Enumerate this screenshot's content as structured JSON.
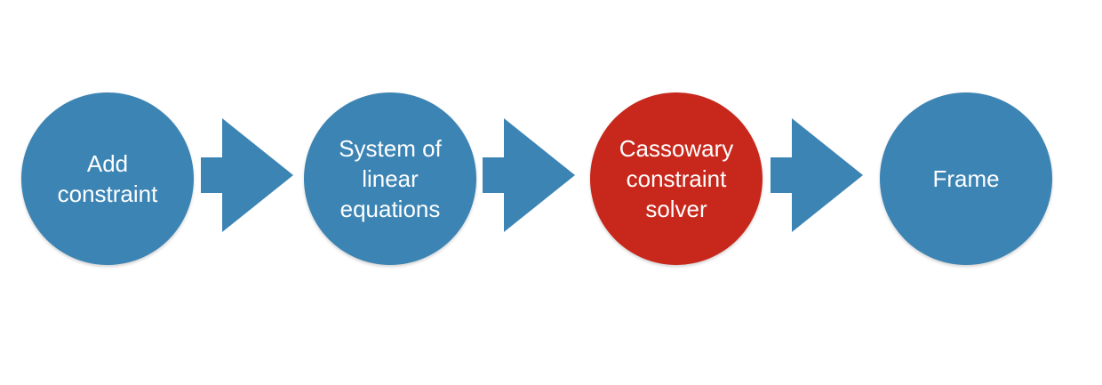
{
  "colors": {
    "node_default": "#3c84b4",
    "node_highlight": "#c8281c",
    "arrow": "#3c84b4",
    "text": "#ffffff"
  },
  "flow": {
    "nodes": [
      {
        "lines": [
          "Add",
          "constraint"
        ],
        "highlight": false
      },
      {
        "lines": [
          "System of",
          "linear",
          "equations"
        ],
        "highlight": false
      },
      {
        "lines": [
          "Cassowary",
          "constraint",
          "solver"
        ],
        "highlight": true
      },
      {
        "lines": [
          "Frame"
        ],
        "highlight": false
      }
    ],
    "arrows": [
      {
        "icon": "right-arrow-icon"
      },
      {
        "icon": "right-arrow-icon"
      },
      {
        "icon": "right-arrow-icon"
      }
    ]
  }
}
